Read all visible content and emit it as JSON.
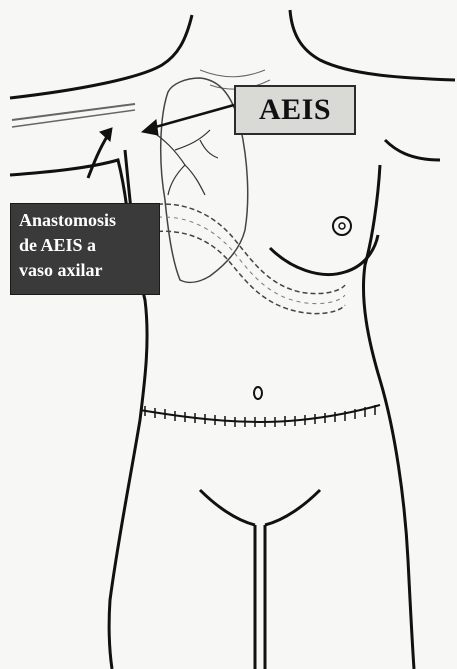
{
  "labels": {
    "aeis": "AEIS",
    "anastomosis_lines": [
      "Anastomosis",
      "de AEIS a",
      "vaso axilar"
    ]
  },
  "colors": {
    "line": "#111111",
    "background": "#f7f7f5",
    "light_label_bg": "#d9d9d6",
    "dark_label_bg": "#3a3a3a",
    "dark_label_text": "#ffffff"
  }
}
